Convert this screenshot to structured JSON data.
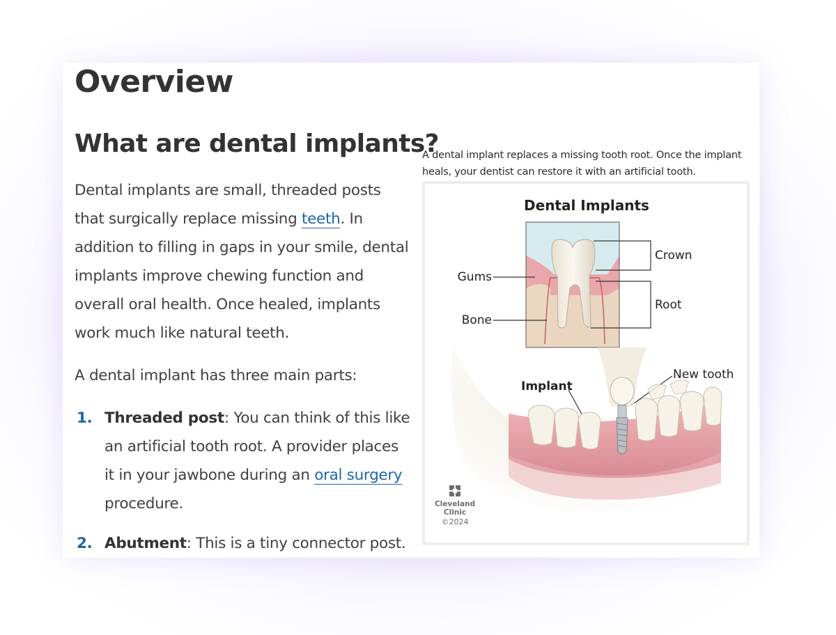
{
  "page": {
    "heading": "Overview",
    "subheading": "What are dental implants?"
  },
  "intro": {
    "text_1": "Dental implants are small, threaded posts that surgically replace missing ",
    "link_teeth": "teeth",
    "text_2": ". In addition to filling in gaps in your smile, dental implants improve chewing function and overall oral health. Once healed, implants work much like natural teeth."
  },
  "parts_intro": "A dental implant has three main parts:",
  "parts": [
    {
      "number": "1.",
      "term": "Threaded post",
      "text_1": ": You can think of this like an artificial tooth root. A provider places it in your jawbone during an ",
      "link": "oral surgery",
      "text_2": " procedure."
    },
    {
      "number": "2.",
      "term": "Abutment",
      "text_1": ": This is a tiny connector post. It"
    }
  ],
  "figure": {
    "caption": "A dental implant replaces a missing tooth root. Once the implant heals, your dentist can restore it with an artificial tooth.",
    "title": "Dental Implants",
    "labels": {
      "crown": "Crown",
      "gums": "Gums",
      "root": "Root",
      "bone": "Bone",
      "new_tooth": "New tooth",
      "implant": "Implant"
    },
    "logo": {
      "line1": "Cleveland",
      "line2": "Clinic",
      "year": "©2024"
    }
  },
  "colors": {
    "text": "#404040",
    "heading": "#333333",
    "link": "#1f66a8",
    "gum": "#e8a9ad",
    "bone": "#e9d6bf",
    "enamel": "#f3efe4"
  }
}
